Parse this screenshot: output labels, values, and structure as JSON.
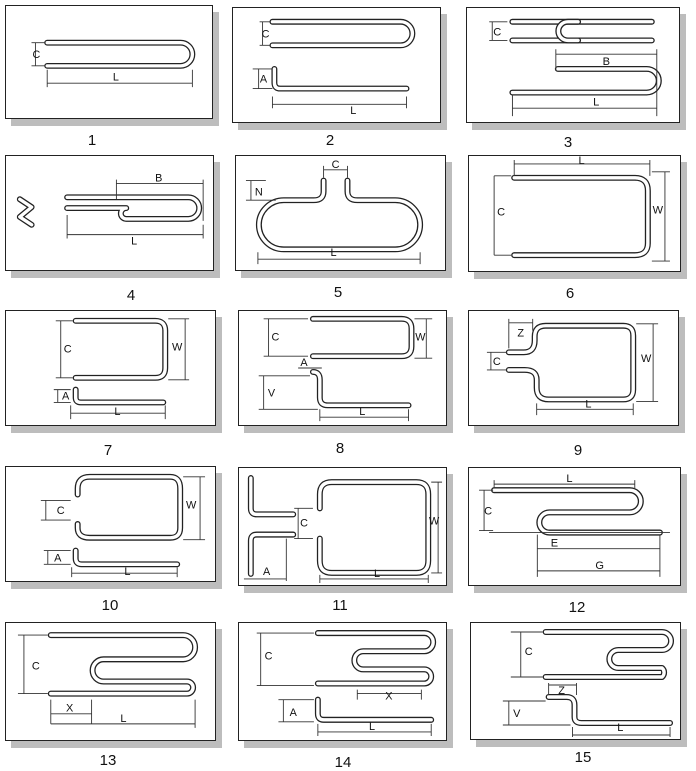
{
  "panels": [
    {
      "number": "1",
      "dims": [
        "C",
        "L"
      ]
    },
    {
      "number": "2",
      "dims": [
        "C",
        "A",
        "L"
      ]
    },
    {
      "number": "3",
      "dims": [
        "C",
        "B",
        "L"
      ]
    },
    {
      "number": "4",
      "dims": [
        "B",
        "L"
      ]
    },
    {
      "number": "5",
      "dims": [
        "N",
        "C",
        "L"
      ]
    },
    {
      "number": "6",
      "dims": [
        "L",
        "C",
        "W"
      ]
    },
    {
      "number": "7",
      "dims": [
        "C",
        "W",
        "A",
        "L"
      ]
    },
    {
      "number": "8",
      "dims": [
        "C",
        "W",
        "A",
        "V",
        "L"
      ]
    },
    {
      "number": "9",
      "dims": [
        "Z",
        "C",
        "W",
        "L"
      ]
    },
    {
      "number": "10",
      "dims": [
        "C",
        "W",
        "A",
        "L"
      ]
    },
    {
      "number": "11",
      "dims": [
        "C",
        "W",
        "A",
        "L"
      ]
    },
    {
      "number": "12",
      "dims": [
        "L",
        "C",
        "E",
        "G"
      ]
    },
    {
      "number": "13",
      "dims": [
        "C",
        "X",
        "L"
      ]
    },
    {
      "number": "14",
      "dims": [
        "C",
        "X",
        "A",
        "L"
      ]
    },
    {
      "number": "15",
      "dims": [
        "C",
        "Z",
        "V",
        "L"
      ]
    }
  ]
}
